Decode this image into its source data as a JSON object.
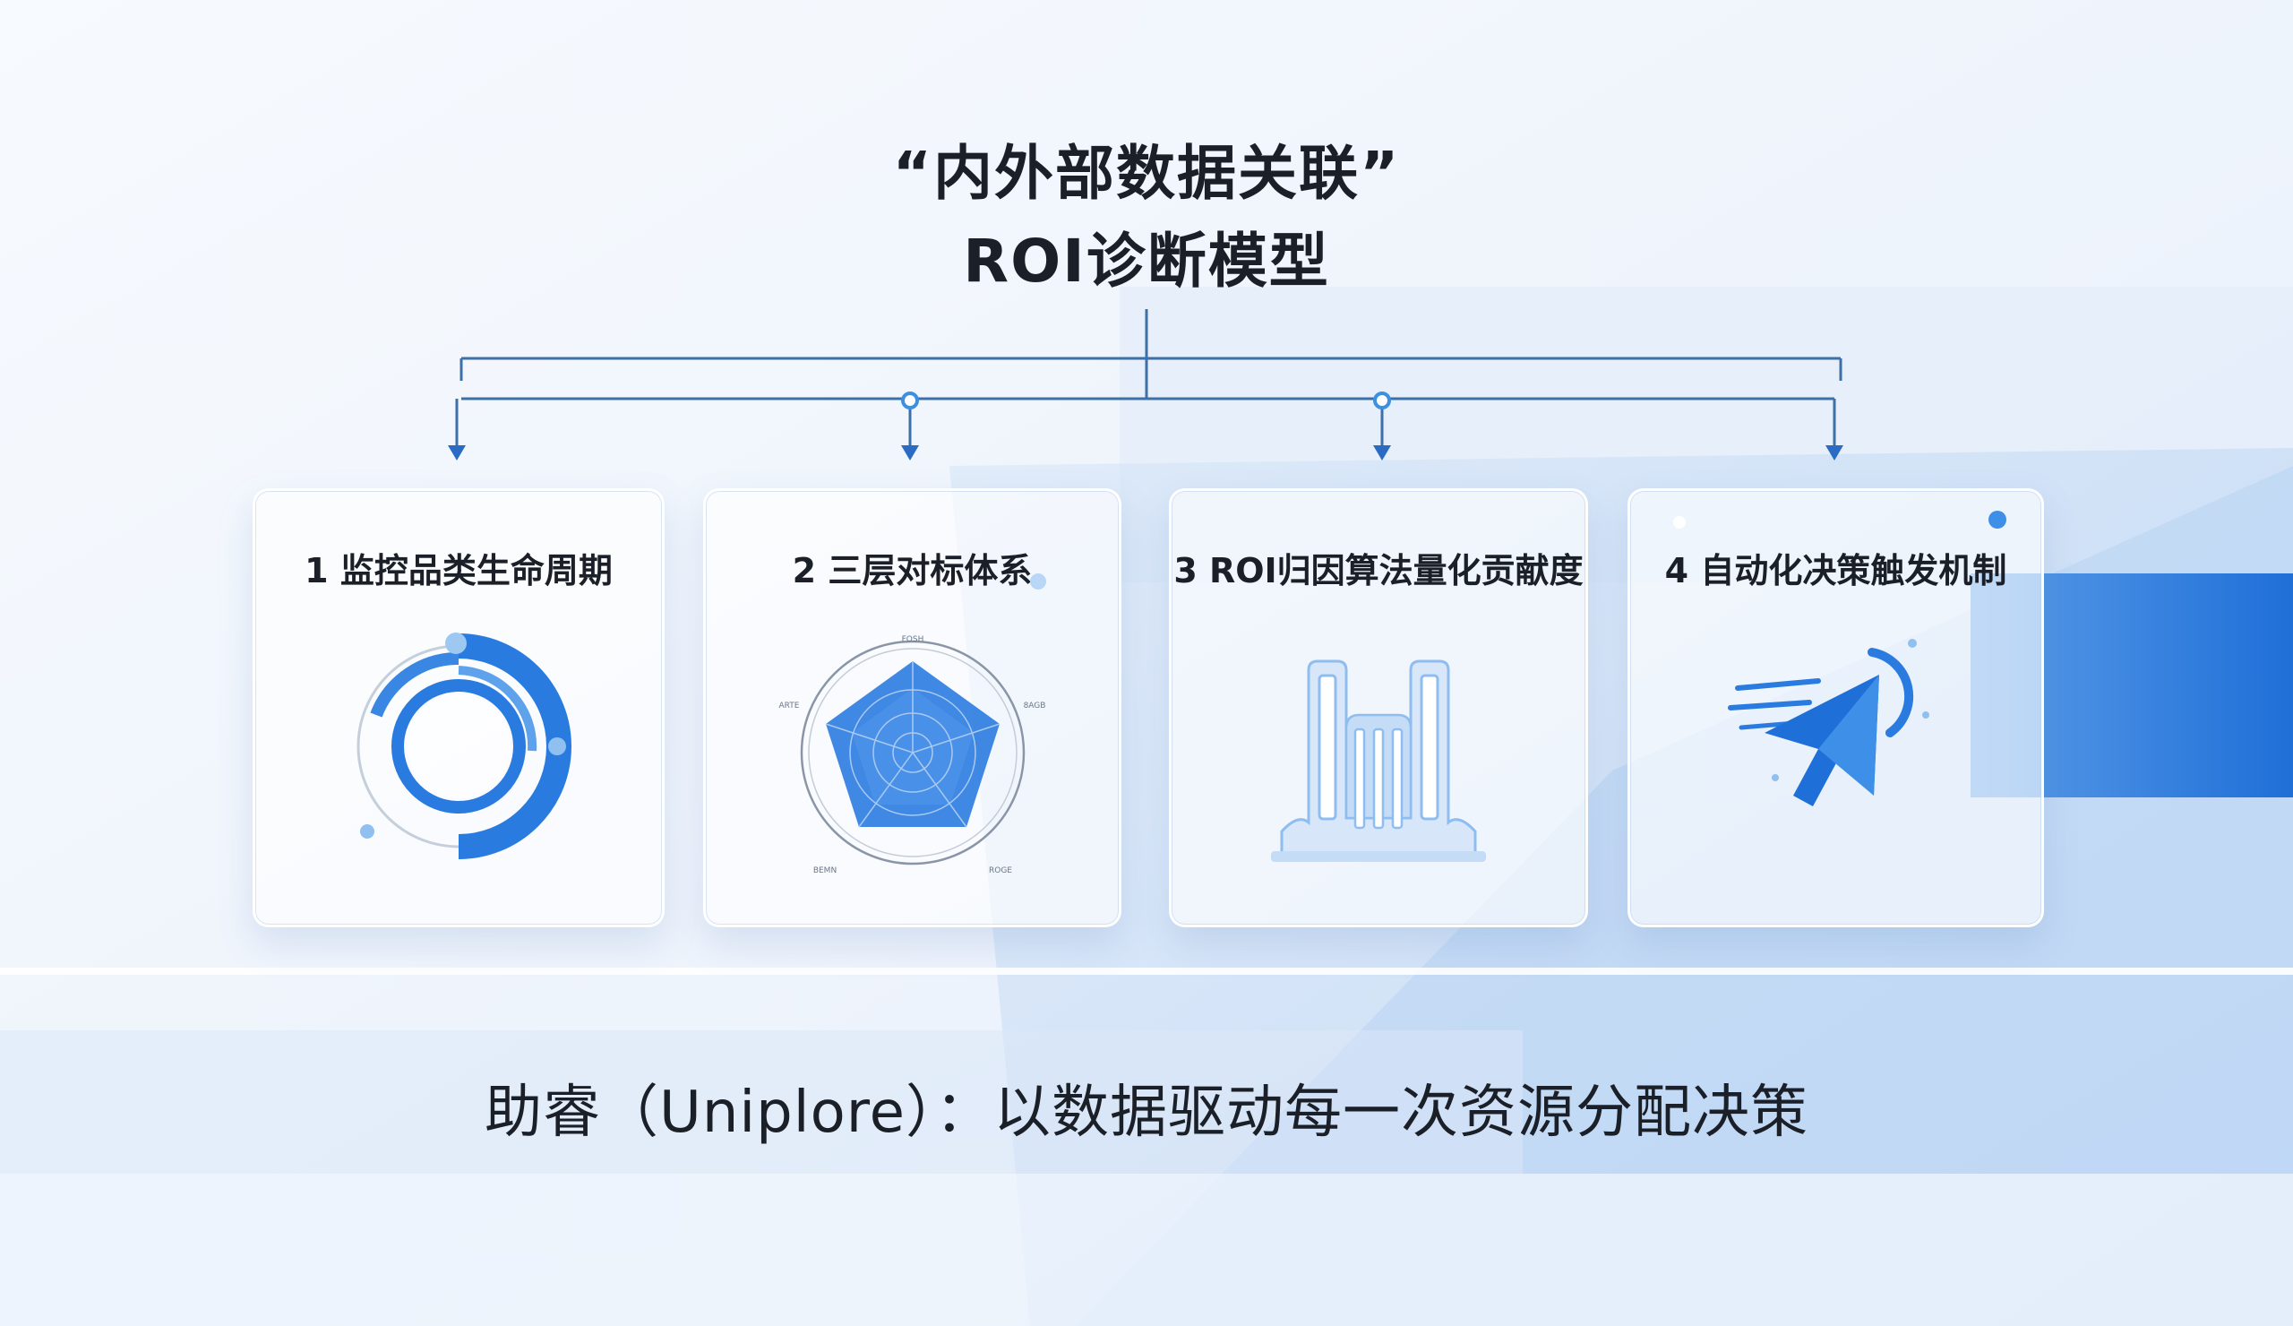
{
  "title": {
    "line1": "“内外部数据关联”",
    "line2": "ROI诊断模型"
  },
  "cards": [
    {
      "label": "1 监控品类生命周期",
      "icon": "ring-chart-icon"
    },
    {
      "label": "2 三层对标体系",
      "icon": "radar-chart-icon",
      "radar_labels": [
        "FOSH",
        "8AGB",
        "ROGE",
        "BEMN",
        "ARTE"
      ]
    },
    {
      "label": "3 ROI归因算法量化贡献度",
      "icon": "bar-columns-icon"
    },
    {
      "label": "4 自动化决策触发机制",
      "icon": "cursor-arrow-icon"
    }
  ],
  "tagline": "助睿（Uniplore）：以数据驱动每一次资源分配决策",
  "colors": {
    "accent": "#2a7be0",
    "accent_light": "#8fc0f0",
    "line": "#3d6fa8",
    "text": "#1b1f27"
  }
}
